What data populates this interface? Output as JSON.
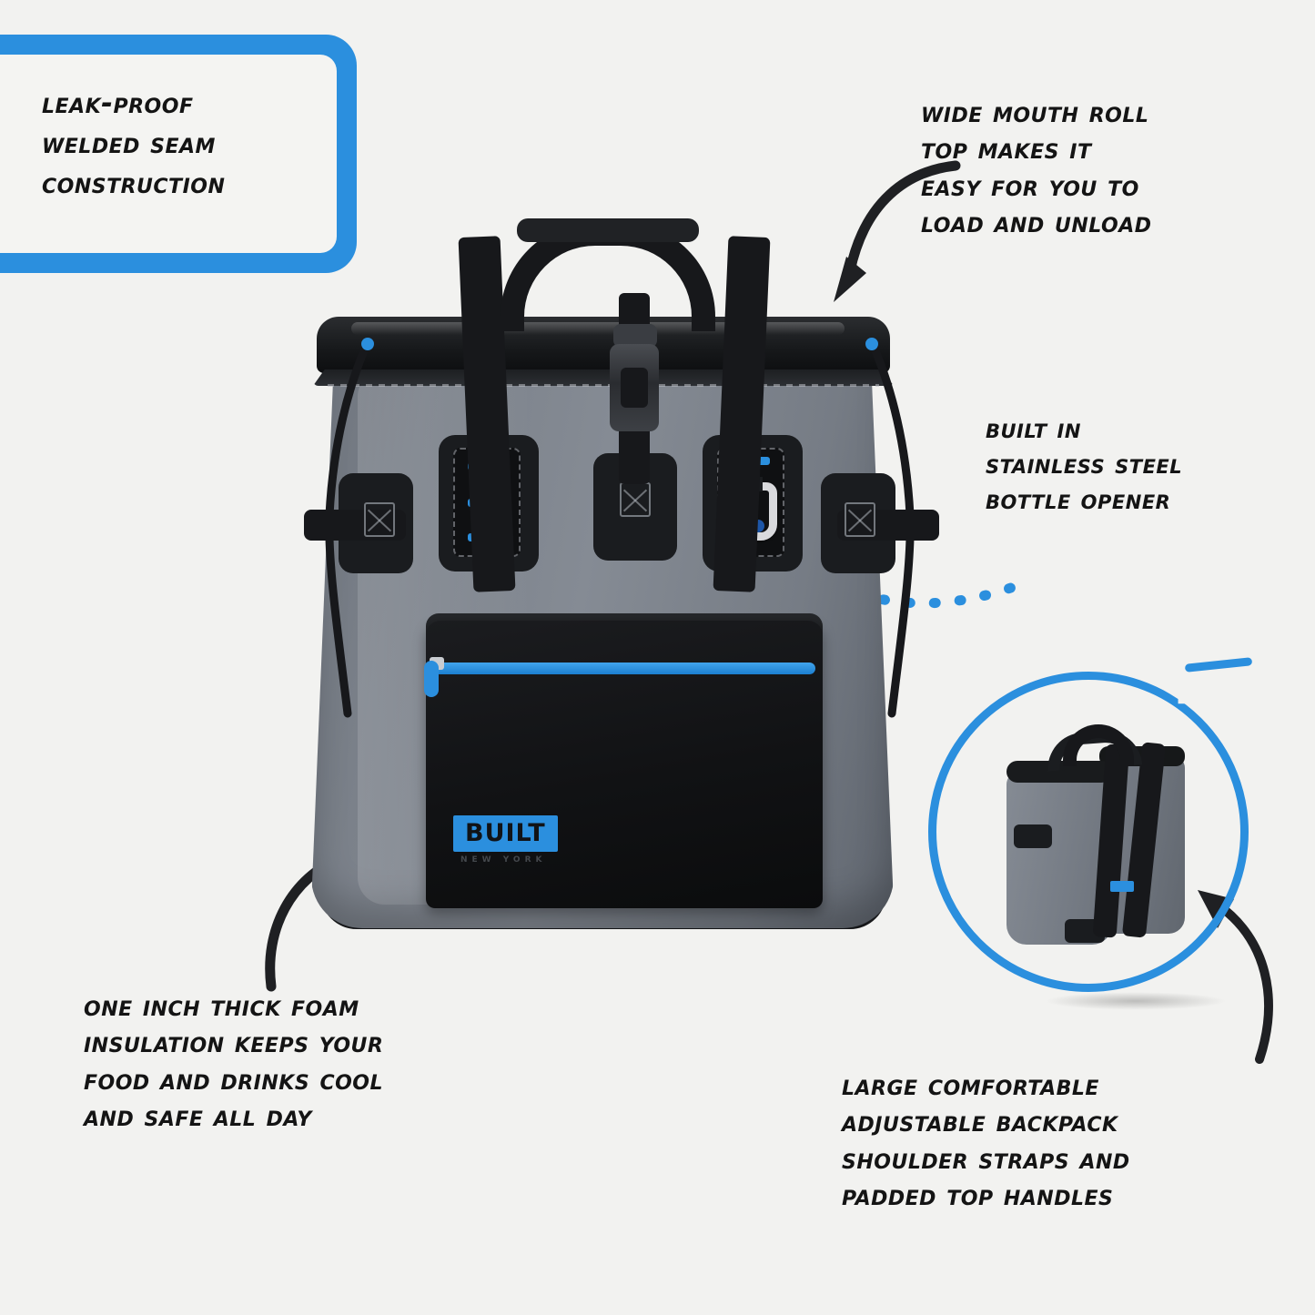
{
  "page": {
    "background_color": "#f2f2f0",
    "accent_color": "#2b8fde",
    "ink_color": "#141414"
  },
  "callouts": [
    {
      "id": "leak-proof",
      "boxed": true,
      "box_border_color": "#2b8fde",
      "lines": [
        "Leak-Proof",
        "Welded Seam",
        "Construction"
      ],
      "text": "Leak-Proof\nWelded Seam\nConstruction"
    },
    {
      "id": "wide-mouth",
      "boxed": false,
      "lines": [
        "Wide Mouth Roll",
        "Top Makes It",
        "Easy For You To",
        "Load And Unload"
      ],
      "text": "Wide Mouth Roll\nTop Makes It\nEasy For You To\nLoad And Unload"
    },
    {
      "id": "bottle-opener",
      "boxed": false,
      "lines": [
        "Built in",
        "stainless steel",
        "bottle opener"
      ],
      "text": "Built in\nstainless steel\nbottle opener"
    },
    {
      "id": "foam-insulation",
      "boxed": false,
      "lines": [
        "One Inch Thick Foam",
        "insulation Keeps Your",
        "Food And Drinks Cool",
        "And Safe All Day"
      ],
      "text": "One Inch Thick Foam\ninsulation Keeps Your\nFood And Drinks Cool\nAnd Safe All Day"
    },
    {
      "id": "shoulder-straps",
      "boxed": false,
      "lines": [
        "Large Comfortable",
        "Adjustable Backpack",
        "Shoulder Straps And",
        "Padded Top Handles"
      ],
      "text": "Large Comfortable\nAdjustable Backpack\nShoulder Straps And\nPadded Top Handles"
    }
  ],
  "arrows": [
    {
      "id": "wide-mouth-arrow",
      "style": "solid",
      "color": "#1f2023",
      "direction": "down-left"
    },
    {
      "id": "bottle-opener-arrow",
      "style": "dotted",
      "color": "#2b8fde",
      "direction": "up-left"
    },
    {
      "id": "foam-arrow",
      "style": "solid",
      "color": "#1f2023",
      "direction": "up-right"
    },
    {
      "id": "straps-arrow",
      "style": "solid",
      "color": "#1f2023",
      "direction": "up-left"
    }
  ],
  "product": {
    "brand": "BUILT",
    "brand_sub": "NEW YORK",
    "body_color": "#7e848d",
    "trim_color": "#17181b",
    "zipper_color": "#2b8fde",
    "opener_color": "#d9dadd"
  },
  "inset": {
    "id": "back-view-inset",
    "ring_color": "#2b8fde",
    "caption": ""
  }
}
